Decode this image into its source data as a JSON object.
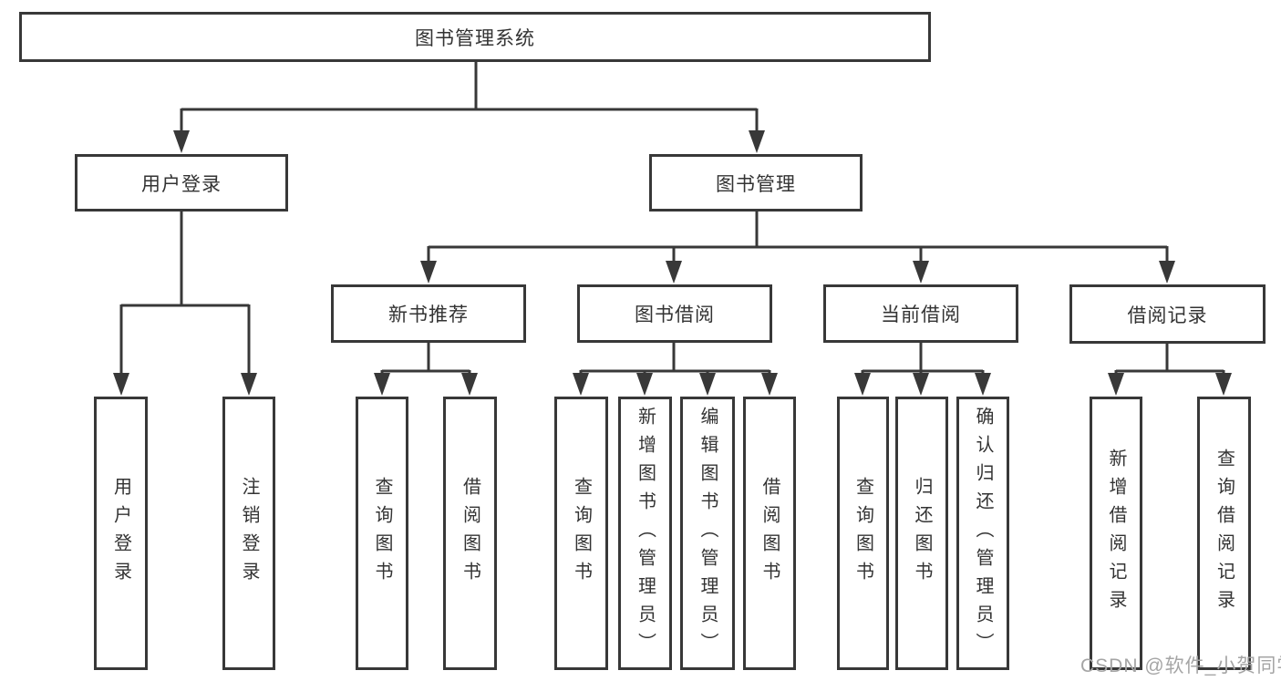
{
  "diagram": {
    "root": "图书管理系统",
    "branches": [
      {
        "label": "用户登录",
        "children": [
          "用户登录",
          "注销登录"
        ]
      },
      {
        "label": "图书管理",
        "sections": [
          {
            "label": "新书推荐",
            "children": [
              "查询图书",
              "借阅图书"
            ]
          },
          {
            "label": "图书借阅",
            "children": [
              "查询图书",
              "新增图书（管理员）",
              "编辑图书（管理员）",
              "借阅图书"
            ]
          },
          {
            "label": "当前借阅",
            "children": [
              "查询图书",
              "归还图书",
              "确认归还（管理员）"
            ]
          },
          {
            "label": "借阅记录",
            "children": [
              "新增借阅记录",
              "查询借阅记录"
            ]
          }
        ]
      }
    ]
  },
  "watermark": "CSDN @软件_小贺同学",
  "colors": {
    "line": "#383838",
    "box_border": "#383838",
    "box_fill": "#ffffff",
    "text": "#333333",
    "watermark": "#a5a5a5",
    "background": "#ffffff"
  }
}
